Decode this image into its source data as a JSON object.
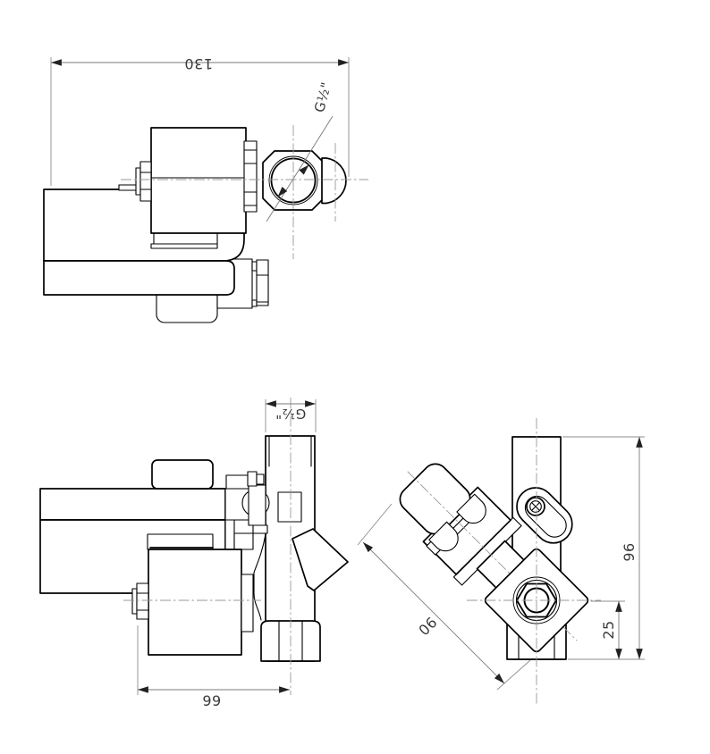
{
  "drawing_type": "technical-drawing",
  "subject": "solenoid valve three-view drawing",
  "colors": {
    "background": "#ffffff",
    "outline": "#000000",
    "thin_line": "#8c8c8c",
    "dimension_text": "#3a3a3a"
  },
  "views": {
    "top": {
      "name": "top view",
      "width_dim": "130",
      "port_label": "G½\""
    },
    "side": {
      "name": "side view",
      "port_label": "G½\"",
      "length_dim": "99"
    },
    "end": {
      "name": "end view",
      "diagonal_dim": "90",
      "height_dim": "96",
      "offset_dim": "25"
    }
  }
}
